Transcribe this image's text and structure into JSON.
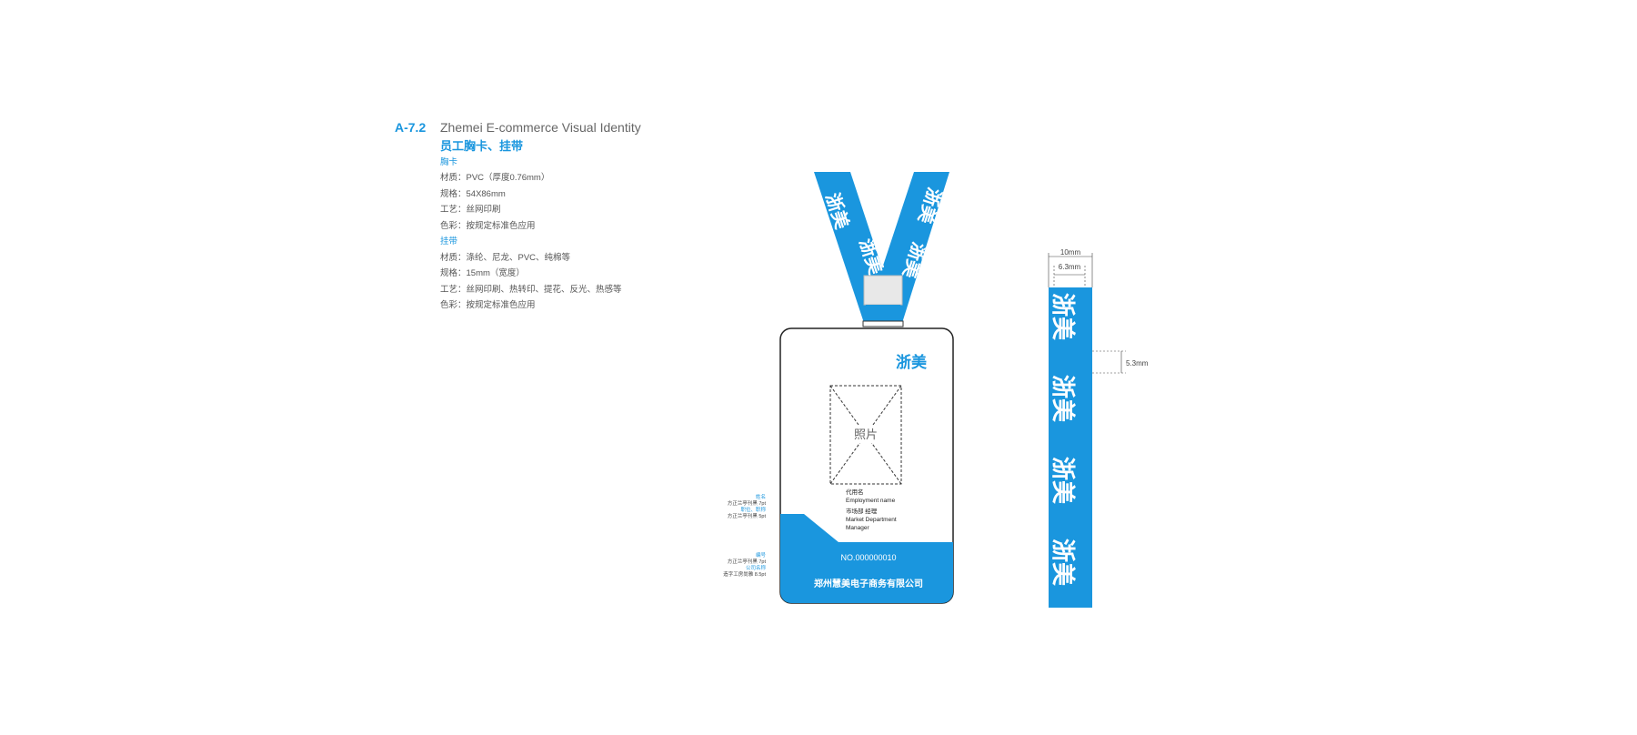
{
  "header": {
    "code": "A-7.2",
    "title_en": "Zhemei E-commerce Visual Identity",
    "title_cn": "员工胸卡、挂带"
  },
  "badge_spec": {
    "heading": "胸卡",
    "lines": [
      "材质：PVC（厚度0.76mm）",
      "规格：54X86mm",
      "工艺：丝网印刷",
      "色彩：按规定标准色应用"
    ]
  },
  "lanyard_spec": {
    "heading": "挂带",
    "lines": [
      "材质：涤纶、尼龙、PVC、纯棉等",
      "规格：15mm（宽度）",
      "工艺：丝网印刷、热转印、提花、反光、热感等",
      "色彩：按规定标准色应用"
    ]
  },
  "badge": {
    "logo": "浙美",
    "photo_label": "照片",
    "name_cn": "代用名",
    "name_en": "Employment name",
    "dept_cn": "市场部 经理",
    "dept_en_1": "Market Department",
    "dept_en_2": "Manager",
    "number": "NO.000000010",
    "company": "郑州慧美电子商务有限公司"
  },
  "annotations": {
    "name_group": [
      "姓名",
      "方正兰亭刊黑 7pt",
      "职位、职称",
      "方正兰亭刊黑 5pt"
    ],
    "number_group": [
      "编号",
      "方正兰亭刊黑 7pt",
      "公司名称",
      "造字工房尚雅 8.5pt"
    ]
  },
  "lanyard": {
    "logo": "浙美",
    "width_label": "10mm",
    "logo_width_label": "6.3mm",
    "logo_height_label": "5.3mm"
  },
  "colors": {
    "brand_blue": "#1a96de",
    "text_gray": "#555555"
  }
}
